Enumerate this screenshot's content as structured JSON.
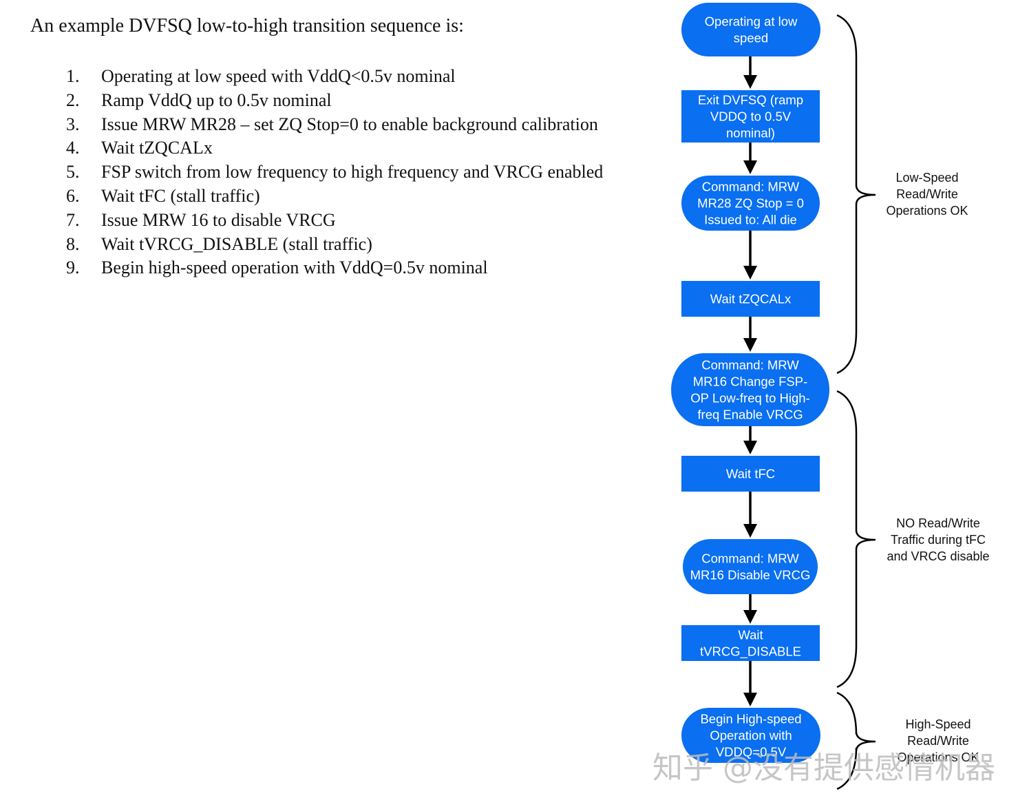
{
  "intro": "An example DVFSQ low-to-high transition sequence is:",
  "steps": [
    {
      "num": "1.",
      "text": "Operating at low speed with VddQ<0.5v nominal"
    },
    {
      "num": "2.",
      "text": "Ramp VddQ up to 0.5v nominal"
    },
    {
      "num": "3.",
      "text": "Issue MRW MR28 – set ZQ Stop=0 to enable background calibration"
    },
    {
      "num": "4.",
      "text": "Wait tZQCALx"
    },
    {
      "num": "5.",
      "text": "FSP switch from low frequency to high frequency and VRCG enabled"
    },
    {
      "num": "6.",
      "text": "Wait tFC (stall traffic)"
    },
    {
      "num": "7.",
      "text": "Issue MRW 16 to disable VRCG"
    },
    {
      "num": "8.",
      "text": "Wait tVRCG_DISABLE (stall traffic)"
    },
    {
      "num": "9.",
      "text": "Begin high-speed operation with VddQ=0.5v nominal"
    }
  ],
  "flowchart": {
    "nodes": [
      {
        "shape": "rounded",
        "lines": [
          "Operating at low",
          "speed"
        ]
      },
      {
        "shape": "rect",
        "lines": [
          "Exit DVFSQ (ramp",
          "VDDQ to 0.5V",
          "nominal)"
        ]
      },
      {
        "shape": "rounded",
        "lines": [
          "Command: MRW",
          "MR28 ZQ Stop = 0",
          "Issued to: All die"
        ]
      },
      {
        "shape": "rect",
        "lines": [
          "Wait tZQCALx"
        ]
      },
      {
        "shape": "rounded",
        "lines": [
          "Command: MRW",
          "MR16 Change FSP-",
          "OP Low-freq to High-",
          "freq Enable VRCG"
        ]
      },
      {
        "shape": "rect",
        "lines": [
          "Wait tFC"
        ]
      },
      {
        "shape": "rounded",
        "lines": [
          "Command: MRW",
          "MR16 Disable VRCG"
        ]
      },
      {
        "shape": "rect",
        "lines": [
          "Wait",
          "tVRCG_DISABLE"
        ]
      },
      {
        "shape": "rounded",
        "lines": [
          "Begin High-speed",
          "Operation with",
          "VDDQ=0.5V"
        ]
      }
    ],
    "brackets": [
      {
        "lines": [
          "Low-Speed",
          "Read/Write",
          "Operations OK"
        ]
      },
      {
        "lines": [
          "NO Read/Write",
          "Traffic during tFC",
          "and VRCG disable"
        ]
      },
      {
        "lines": [
          "High-Speed",
          "Read/Write",
          "Operations OK"
        ]
      }
    ],
    "node_color": "#0a6ff0"
  },
  "watermark": "知乎 @没有提供感情机器"
}
